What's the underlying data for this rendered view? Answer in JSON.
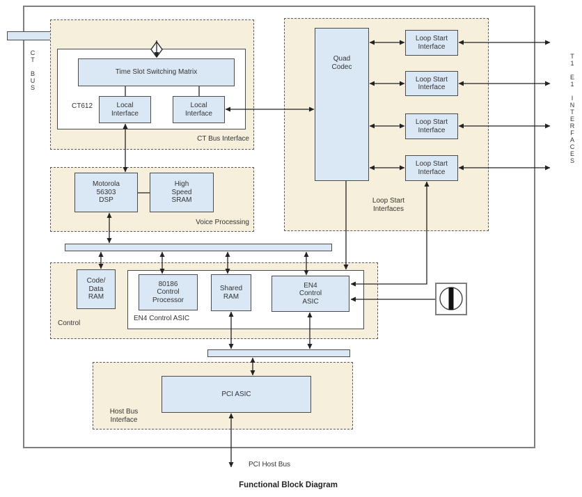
{
  "title": "Functional Block Diagram",
  "labels": {
    "ct_bus_vertical": "C\nT\n\nB\nU\nS",
    "t1_e1_vertical": "T\n1\n\nE\n1\n\nI\nN\nT\nE\nR\nF\nA\nC\nE\nS",
    "pci_host_bus": "PCI Host Bus"
  },
  "sections": {
    "ct_bus_interface": {
      "label": "CT Bus Interface",
      "chip": "CT612",
      "blocks": {
        "switch_matrix": "Time Slot Switching Matrix",
        "local_interface_1": "Local\nInterface",
        "local_interface_2": "Local\nInterface"
      }
    },
    "voice_processing": {
      "label": "Voice Processing",
      "blocks": {
        "dsp": "Motorola\n56303\nDSP",
        "sram": "High\nSpeed\nSRAM"
      }
    },
    "control": {
      "label": "Control",
      "asic_group_label": "EN4 Control ASIC",
      "blocks": {
        "code_data_ram": "Code/\nData\nRAM",
        "processor": "80186\nControl\nProcessor",
        "shared_ram": "Shared\nRAM",
        "en4_asic": "EN4\nControl\nASIC"
      }
    },
    "loop_start_interfaces": {
      "label": "Loop Start\nInterfaces",
      "blocks": {
        "quad_codec": "Quad\nCodec",
        "loop_1": "Loop Start\nInterface",
        "loop_2": "Loop Start\nInterface",
        "loop_3": "Loop Start\nInterface",
        "loop_4": "Loop Start\nInterface"
      }
    },
    "host_bus_interface": {
      "label": "Host Bus\nInterface",
      "blocks": {
        "pci_asic": "PCI ASIC"
      }
    }
  },
  "colors": {
    "block_fill": "#dae7f5",
    "section_fill": "#f6efdb",
    "block_border": "#4a4a4a",
    "line": "#222222"
  }
}
